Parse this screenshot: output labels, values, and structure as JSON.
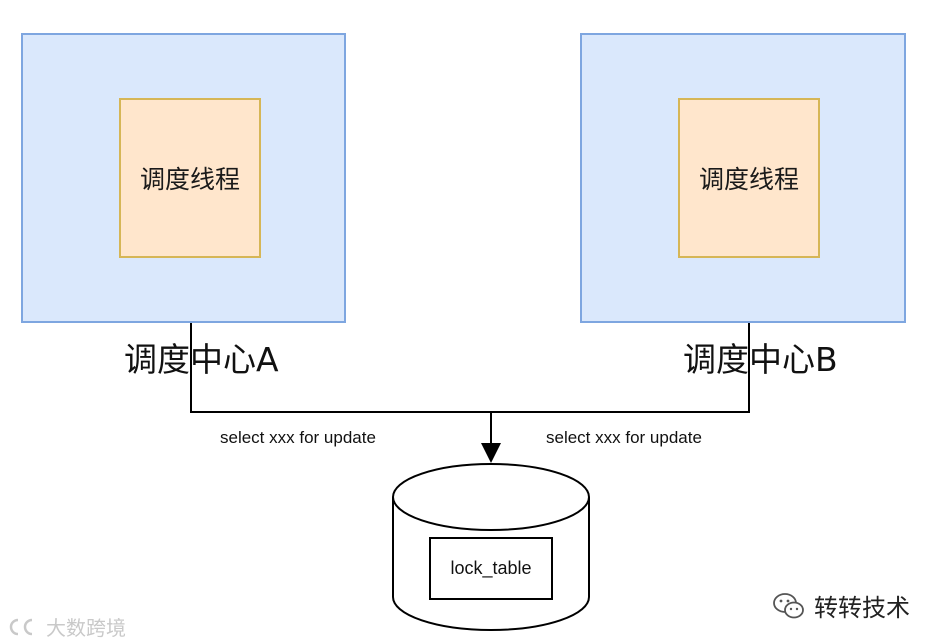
{
  "nodes": {
    "center_a": {
      "thread_label": "调度线程",
      "label": "调度中心A"
    },
    "center_b": {
      "thread_label": "调度线程",
      "label": "调度中心B"
    },
    "database": {
      "table_label": "lock_table"
    }
  },
  "edges": {
    "a_to_db": {
      "label": "select xxx for update"
    },
    "b_to_db": {
      "label": "select xxx for update"
    }
  },
  "watermarks": {
    "left_text": "大数跨境",
    "right_text": "转转技术",
    "left_icon": "double-c-logo-icon",
    "right_icon": "wechat-icon"
  },
  "colors": {
    "center_fill": "#dae8fc",
    "center_border": "#7ea6e0",
    "thread_fill": "#ffe6cc",
    "thread_border": "#d6b656"
  }
}
